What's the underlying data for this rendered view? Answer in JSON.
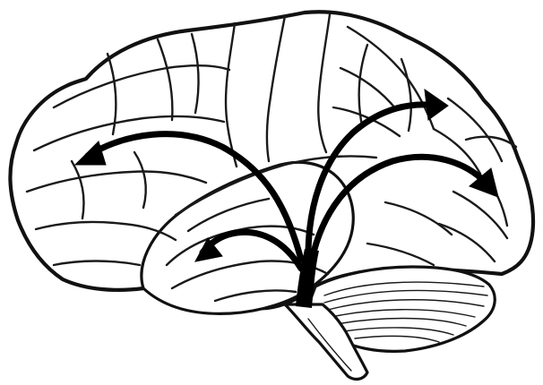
{
  "figure": {
    "background": "#ffffff",
    "ink": "#000000",
    "arrow_count": 4,
    "arrow_targets": [
      "frontal",
      "parietal",
      "occipital",
      "temporal"
    ]
  }
}
